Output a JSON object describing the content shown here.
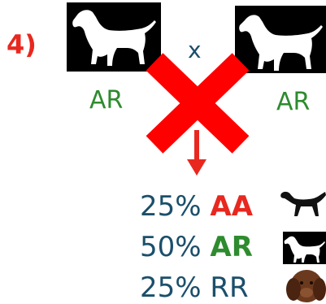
{
  "problem_number": "4)",
  "cross_symbol": "x",
  "parents": [
    {
      "genotype": "AR",
      "icon": "white-dog-icon"
    },
    {
      "genotype": "AR",
      "icon": "white-dog-icon"
    }
  ],
  "offspring": [
    {
      "percent": "25%",
      "genotype": "AA",
      "icon": "black-dog-icon"
    },
    {
      "percent": "50%",
      "genotype": "AR",
      "icon": "white-dog-icon"
    },
    {
      "percent": "25%",
      "genotype": "RR",
      "icon": "brown-dog-icon"
    }
  ],
  "colors": {
    "red": "#e8281f",
    "green": "#2e8b2e",
    "blue": "#1b4f6b",
    "black": "#000000"
  }
}
